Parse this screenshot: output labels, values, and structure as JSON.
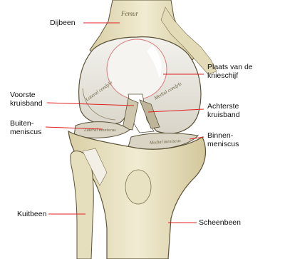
{
  "diagram": {
    "bone_text_femur": "Femur",
    "bone_text_lateral_condyle": "Lateral condyle",
    "bone_text_medial_condyle": "Medial condyle",
    "bone_text_lateral_meniscus": "Lateral meniscus",
    "bone_text_medial_meniscus": "Medial meniscus"
  },
  "labels": {
    "femur": "Dijbeen",
    "patella_surface_line1": "Plaats van de",
    "patella_surface_line2": "knieschijf",
    "acl_line1": "Voorste",
    "acl_line2": "kruisband",
    "pcl_line1": "Achterste",
    "pcl_line2": "kruisband",
    "lateral_meniscus_line1": "Buiten-",
    "lateral_meniscus_line2": "meniscus",
    "medial_meniscus_line1": "Binnen-",
    "medial_meniscus_line2": "meniscus",
    "fibula": "Kuitbeen",
    "tibia": "Scheenbeen"
  },
  "colors": {
    "bone": "#ece6c6",
    "bone_shade": "#cfc39a",
    "cartilage": "#e6e3dc",
    "outline": "#5b5238",
    "leader_line": "#e02020"
  }
}
